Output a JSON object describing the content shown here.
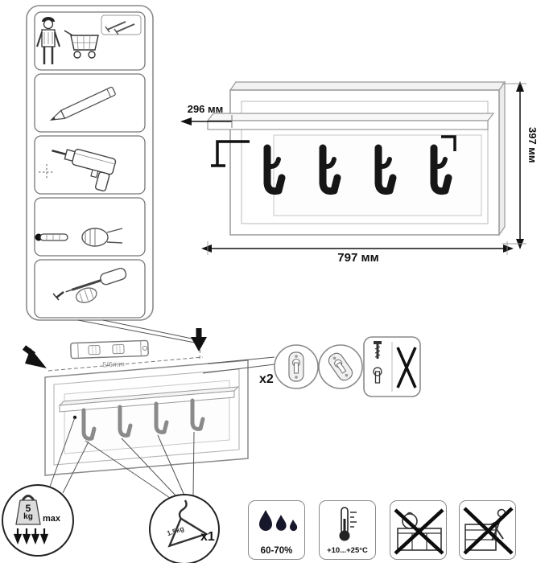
{
  "product_dimensions": {
    "depth": "296 мм",
    "height": "397 мм",
    "width": "797 мм"
  },
  "installation": {
    "drill_size": "5/6mm",
    "fitting_count": "x2"
  },
  "load_limits": {
    "max_total_value": "5",
    "max_total_unit": "kg",
    "max_label": "max",
    "per_hook_load": "1.5kg",
    "per_hook_count": "x1"
  },
  "environment": {
    "humidity": "60-70%",
    "temperature": "+10...+25°C"
  },
  "icons": {
    "steps": [
      "person-with-cart-and-screws",
      "pencil-marking",
      "drill",
      "dowel-insertion",
      "screwdriver"
    ],
    "hardware": [
      "keyhole-fitting-front",
      "keyhole-fitting-tilted",
      "screw-mounting-warning"
    ],
    "limits": [
      "weight-5kg-max",
      "hanger-1-5kg"
    ],
    "warnings": [
      "humidity-drops",
      "thermometer",
      "no-heavy-objects-on-top",
      "no-climbing"
    ]
  }
}
